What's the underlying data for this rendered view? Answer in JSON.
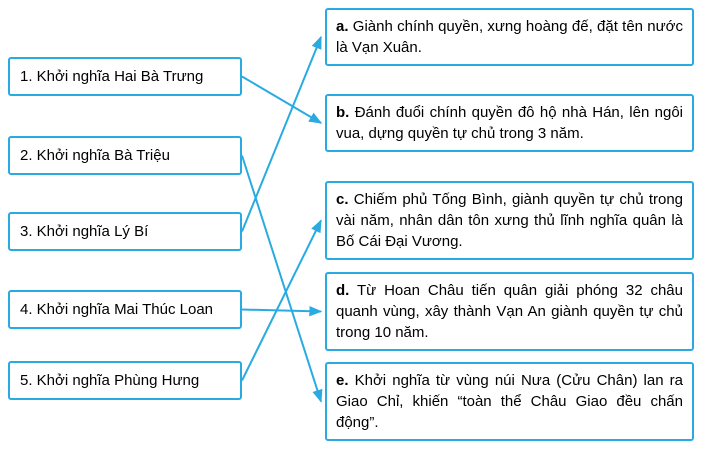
{
  "colors": {
    "accent": "#29ABE2",
    "text": "#000000",
    "background": "#FFFFFF"
  },
  "left_items": [
    {
      "id": "1",
      "label": "1. Khởi nghĩa Hai Bà Trưng"
    },
    {
      "id": "2",
      "label": "2. Khởi nghĩa Bà Triệu"
    },
    {
      "id": "3",
      "label": "3. Khởi nghĩa Lý Bí"
    },
    {
      "id": "4",
      "label": "4. Khởi nghĩa Mai Thúc Loan"
    },
    {
      "id": "5",
      "label": "5. Khởi nghĩa Phùng Hưng"
    }
  ],
  "right_items": [
    {
      "id": "a",
      "prefix": "a.",
      "text": "Giành chính quyền, xưng hoàng đế, đặt tên nước là Vạn Xuân."
    },
    {
      "id": "b",
      "prefix": "b.",
      "text": "Đánh đuổi chính quyền đô hộ nhà Hán, lên ngôi vua, dựng quyền tự chủ trong 3 năm."
    },
    {
      "id": "c",
      "prefix": "c.",
      "text": "Chiếm phủ Tống Bình, giành quyền tự chủ trong vài năm, nhân dân tôn xưng thủ lĩnh nghĩa quân là Bố Cái Đại Vương."
    },
    {
      "id": "d",
      "prefix": "d.",
      "text": "Từ Hoan Châu tiến quân giải phóng 32 châu quanh vùng, xây thành Vạn An giành quyền tự chủ trong 10 năm."
    },
    {
      "id": "e",
      "prefix": "e.",
      "text": "Khởi nghĩa từ vùng núi Nưa (Cửu Chân) lan ra Giao Chỉ, khiến “toàn thể Châu Giao đều chấn động”."
    }
  ],
  "connections": [
    {
      "from": "1",
      "to": "b"
    },
    {
      "from": "2",
      "to": "e"
    },
    {
      "from": "3",
      "to": "a"
    },
    {
      "from": "4",
      "to": "d"
    },
    {
      "from": "5",
      "to": "c"
    }
  ]
}
